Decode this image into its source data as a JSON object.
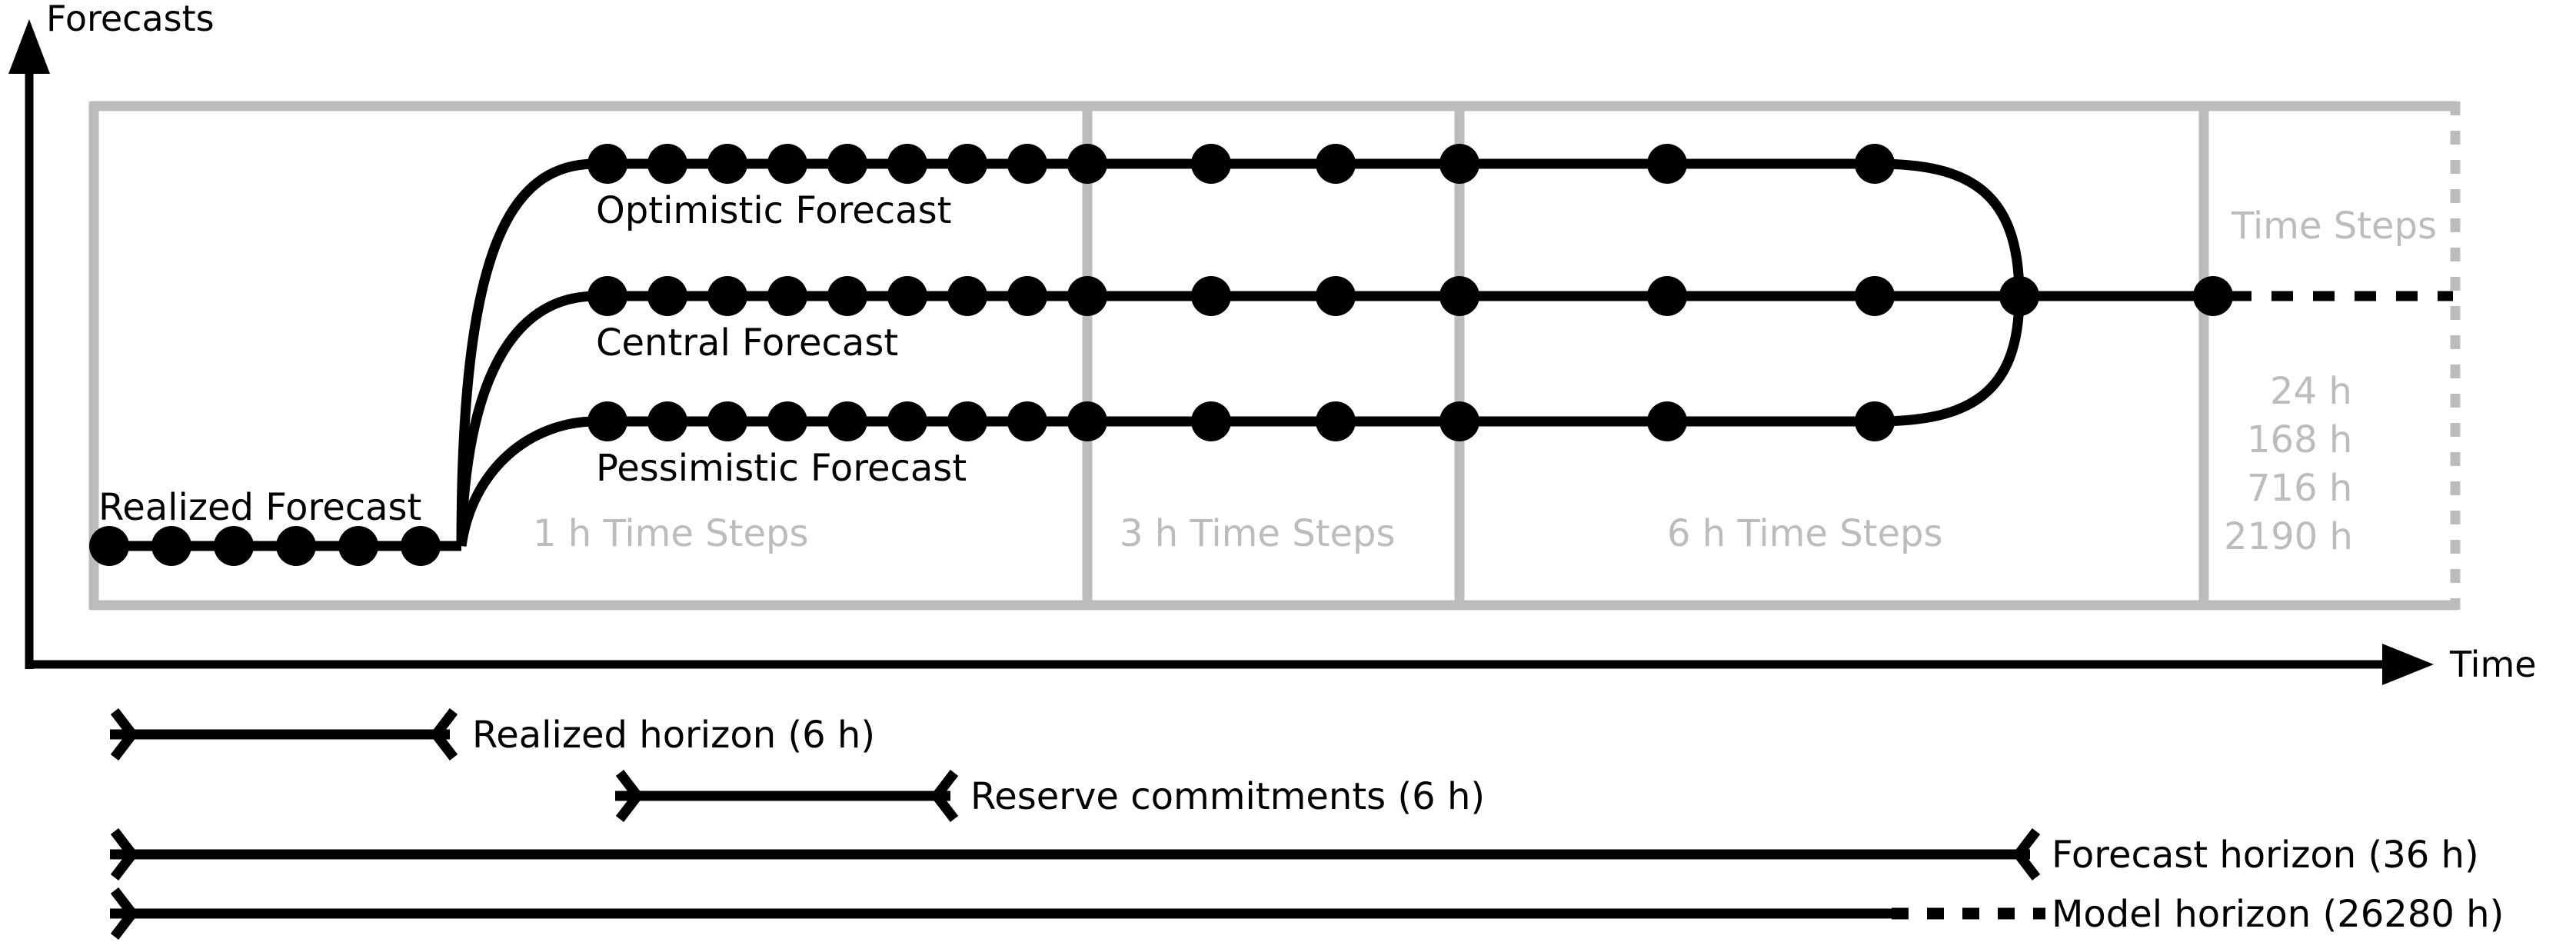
{
  "axes": {
    "y_label": "Forecasts",
    "x_label": "Time"
  },
  "series_labels": {
    "realized": "Realized Forecast",
    "optimistic": "Optimistic Forecast",
    "central": "Central Forecast",
    "pessimistic": "Pessimistic Forecast"
  },
  "resolution_bands": [
    {
      "label": "1 h Time Steps"
    },
    {
      "label": "3 h Time Steps"
    },
    {
      "label": "6 h Time Steps"
    }
  ],
  "legend": {
    "title": "Time Steps",
    "entries": [
      "24 h",
      "168 h",
      "716 h",
      "2190 h"
    ]
  },
  "horizons": [
    {
      "name": "realized-horizon",
      "label": "Realized horizon (6 h)"
    },
    {
      "name": "reserve-commitments",
      "label": "Reserve commitments (6 h)"
    },
    {
      "name": "forecast-horizon",
      "label": "Forecast horizon (36 h)"
    },
    {
      "name": "model-horizon",
      "label": "Model horizon (26280 h)"
    }
  ],
  "colors": {
    "ink": "#000000",
    "frame_grey": "#bcbcbc",
    "background": "#ffffff"
  },
  "chart_data": {
    "type": "line",
    "title": "",
    "xlabel": "Time",
    "ylabel": "Forecasts",
    "grid": false,
    "legend_position": "inside-right",
    "series": [
      {
        "name": "Realized Forecast",
        "marker_count": 6,
        "level": "low",
        "style": "solid"
      },
      {
        "name": "Optimistic Forecast",
        "marker_count": 14,
        "level": "high",
        "style": "solid"
      },
      {
        "name": "Central Forecast",
        "marker_count": 15,
        "level": "mid",
        "style": "solid-then-dashed"
      },
      {
        "name": "Pessimistic Forecast",
        "marker_count": 14,
        "level": "low-forecast",
        "style": "solid"
      }
    ],
    "time_step_bands": [
      "1 h Time Steps",
      "3 h Time Steps",
      "6 h Time Steps"
    ],
    "legend_values_hours": [
      24,
      168,
      716,
      2190
    ],
    "horizon_values_hours": {
      "Realized horizon": 6,
      "Reserve commitments": 6,
      "Forecast horizon": 36,
      "Model horizon": 26280
    }
  }
}
